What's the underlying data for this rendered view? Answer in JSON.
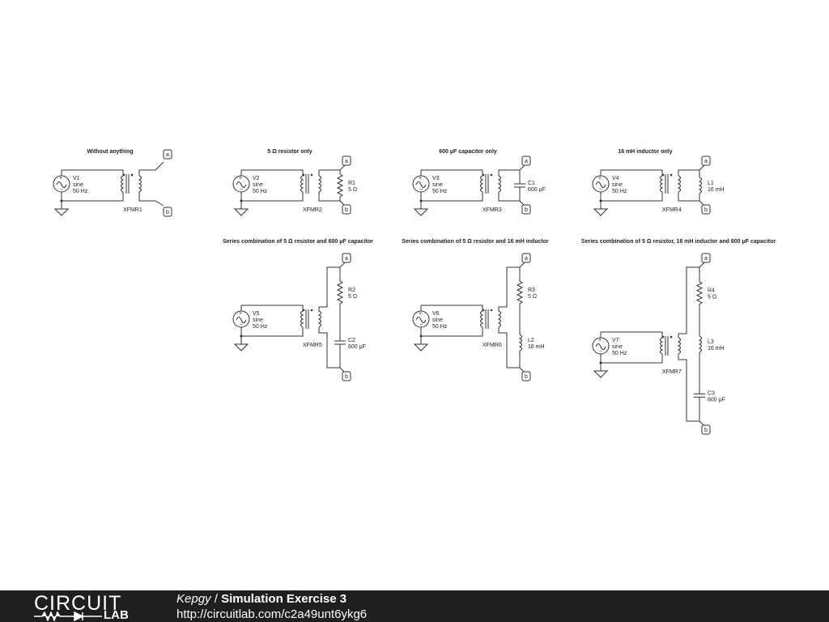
{
  "titles": [
    "Without anything",
    "5 Ω resistor only",
    "600 μF capacitor only",
    "16 mH inductor only",
    "Series combination of 5 Ω resistor and 600 μF capacitor",
    "Series combination of 5 Ω resistor and 16 mH inductor",
    "Series combination of 5 Ω resistor, 16 mH inductor and 600 μF capacitor"
  ],
  "circuits": [
    {
      "source": {
        "name": "V1",
        "type": "sine",
        "freq": "50 Hz"
      },
      "xfmr": "XFMR1",
      "loads": []
    },
    {
      "source": {
        "name": "V2",
        "type": "sine",
        "freq": "50 Hz"
      },
      "xfmr": "XFMR2",
      "loads": [
        {
          "kind": "resistor",
          "name": "R1",
          "value": "5 Ω"
        }
      ]
    },
    {
      "source": {
        "name": "V3",
        "type": "sine",
        "freq": "50 Hz"
      },
      "xfmr": "XFMR3",
      "loads": [
        {
          "kind": "capacitor",
          "name": "C1",
          "value": "600 μF"
        }
      ]
    },
    {
      "source": {
        "name": "V4",
        "type": "sine",
        "freq": "50 Hz"
      },
      "xfmr": "XFMR4",
      "loads": [
        {
          "kind": "inductor",
          "name": "L1",
          "value": "16 mH"
        }
      ]
    },
    {
      "source": {
        "name": "V5",
        "type": "sine",
        "freq": "50 Hz"
      },
      "xfmr": "XFMR5",
      "loads": [
        {
          "kind": "resistor",
          "name": "R2",
          "value": "5 Ω"
        },
        {
          "kind": "capacitor",
          "name": "C2",
          "value": "600 μF"
        }
      ]
    },
    {
      "source": {
        "name": "V6",
        "type": "sine",
        "freq": "50 Hz"
      },
      "xfmr": "XFMR6",
      "loads": [
        {
          "kind": "resistor",
          "name": "R3",
          "value": "5 Ω"
        },
        {
          "kind": "inductor",
          "name": "L2",
          "value": "16 mH"
        }
      ]
    },
    {
      "source": {
        "name": "V7",
        "type": "sine",
        "freq": "50 Hz"
      },
      "xfmr": "XFMR7",
      "loads": [
        {
          "kind": "resistor",
          "name": "R4",
          "value": "5 Ω"
        },
        {
          "kind": "inductor",
          "name": "L3",
          "value": "16 mH"
        },
        {
          "kind": "capacitor",
          "name": "C3",
          "value": "600 μF"
        }
      ]
    }
  ],
  "terminals": {
    "top": "a",
    "bottom": "b"
  },
  "footer": {
    "logo_top": "CIRCUIT",
    "logo_bottom": "LAB",
    "author": "Kepgy",
    "separator": " / ",
    "project": "Simulation Exercise 3",
    "url": "http://circuitlab.com/c2a49unt6ykg6"
  },
  "colors": {
    "background": "#ffffff",
    "wire": "#333333",
    "footer": "#1f1f1f",
    "footer_text": "#ffffff"
  }
}
